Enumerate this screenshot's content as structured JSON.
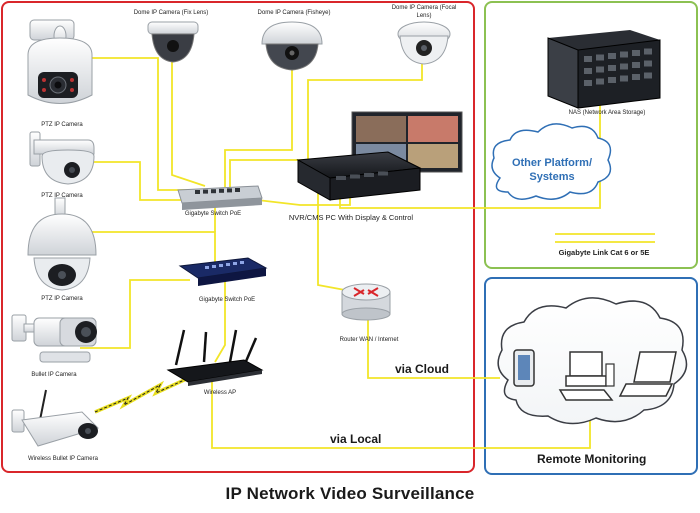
{
  "title": "IP Network Video Surveillance",
  "devices": {
    "dome_fix": "Dome IP Camera (Fix Lens)",
    "dome_fisheye": "Dome IP Camera (Fisheye)",
    "dome_focal_line1": "Dome IP Camera (Focal",
    "dome_focal_line2": "Lens)",
    "ptz1": "PTZ IP Camera",
    "ptz2": "PTZ IP Camera",
    "ptz3": "PTZ IP Camera",
    "bullet": "Bullet IP Camera",
    "wireless_bullet": "Wireless Bullet IP Camera",
    "switch1": "Gigabyte Switch PoE",
    "switch2": "Gigabyte Switch PoE",
    "nvr": "NVR/CMS PC With Display & Control",
    "router": "Router WAN / Internet",
    "wireless_ap": "Wireless AP",
    "nas": "NAS (Network Area Storage)"
  },
  "labels": {
    "other_platform_line1": "Other Platform/",
    "other_platform_line2": "Systems",
    "gigabyte_link": "Gigabyte Link Cat 6 or 5E",
    "via_cloud": "via Cloud",
    "via_local": "via Local",
    "remote_monitoring": "Remote Monitoring"
  },
  "colors": {
    "local_border": "#d9262b",
    "storage_border": "#8cc152",
    "remote_border": "#2f6fb5",
    "cable": "#f2e529"
  }
}
